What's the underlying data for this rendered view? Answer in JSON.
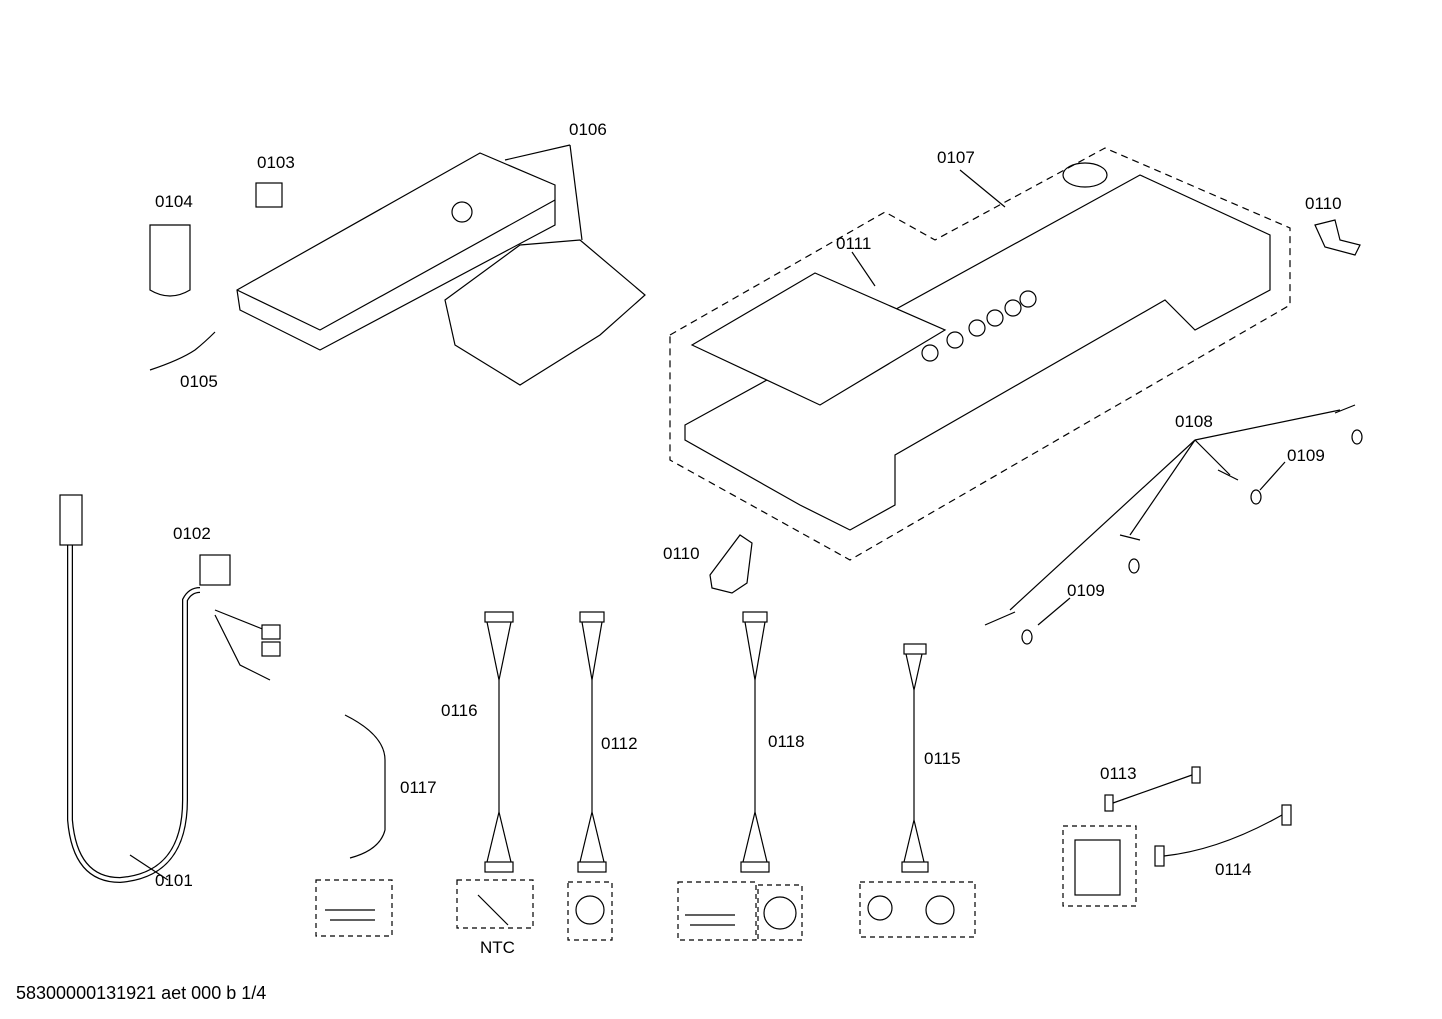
{
  "parts": [
    {
      "id": "p0101",
      "label": "0101"
    },
    {
      "id": "p0102",
      "label": "0102"
    },
    {
      "id": "p0103",
      "label": "0103"
    },
    {
      "id": "p0104",
      "label": "0104"
    },
    {
      "id": "p0105",
      "label": "0105"
    },
    {
      "id": "p0106",
      "label": "0106"
    },
    {
      "id": "p0107",
      "label": "0107"
    },
    {
      "id": "p0108",
      "label": "0108"
    },
    {
      "id": "p0109a",
      "label": "0109"
    },
    {
      "id": "p0109b",
      "label": "0109"
    },
    {
      "id": "p0110a",
      "label": "0110"
    },
    {
      "id": "p0110b",
      "label": "0110"
    },
    {
      "id": "p0111",
      "label": "0111"
    },
    {
      "id": "p0112",
      "label": "0112"
    },
    {
      "id": "p0113",
      "label": "0113"
    },
    {
      "id": "p0114",
      "label": "0114"
    },
    {
      "id": "p0115",
      "label": "0115"
    },
    {
      "id": "p0116",
      "label": "0116"
    },
    {
      "id": "p0117",
      "label": "0117"
    },
    {
      "id": "p0118",
      "label": "0118"
    }
  ],
  "ntc_label": "NTC",
  "footer": "58300000131921 aet 000 b 1/4"
}
